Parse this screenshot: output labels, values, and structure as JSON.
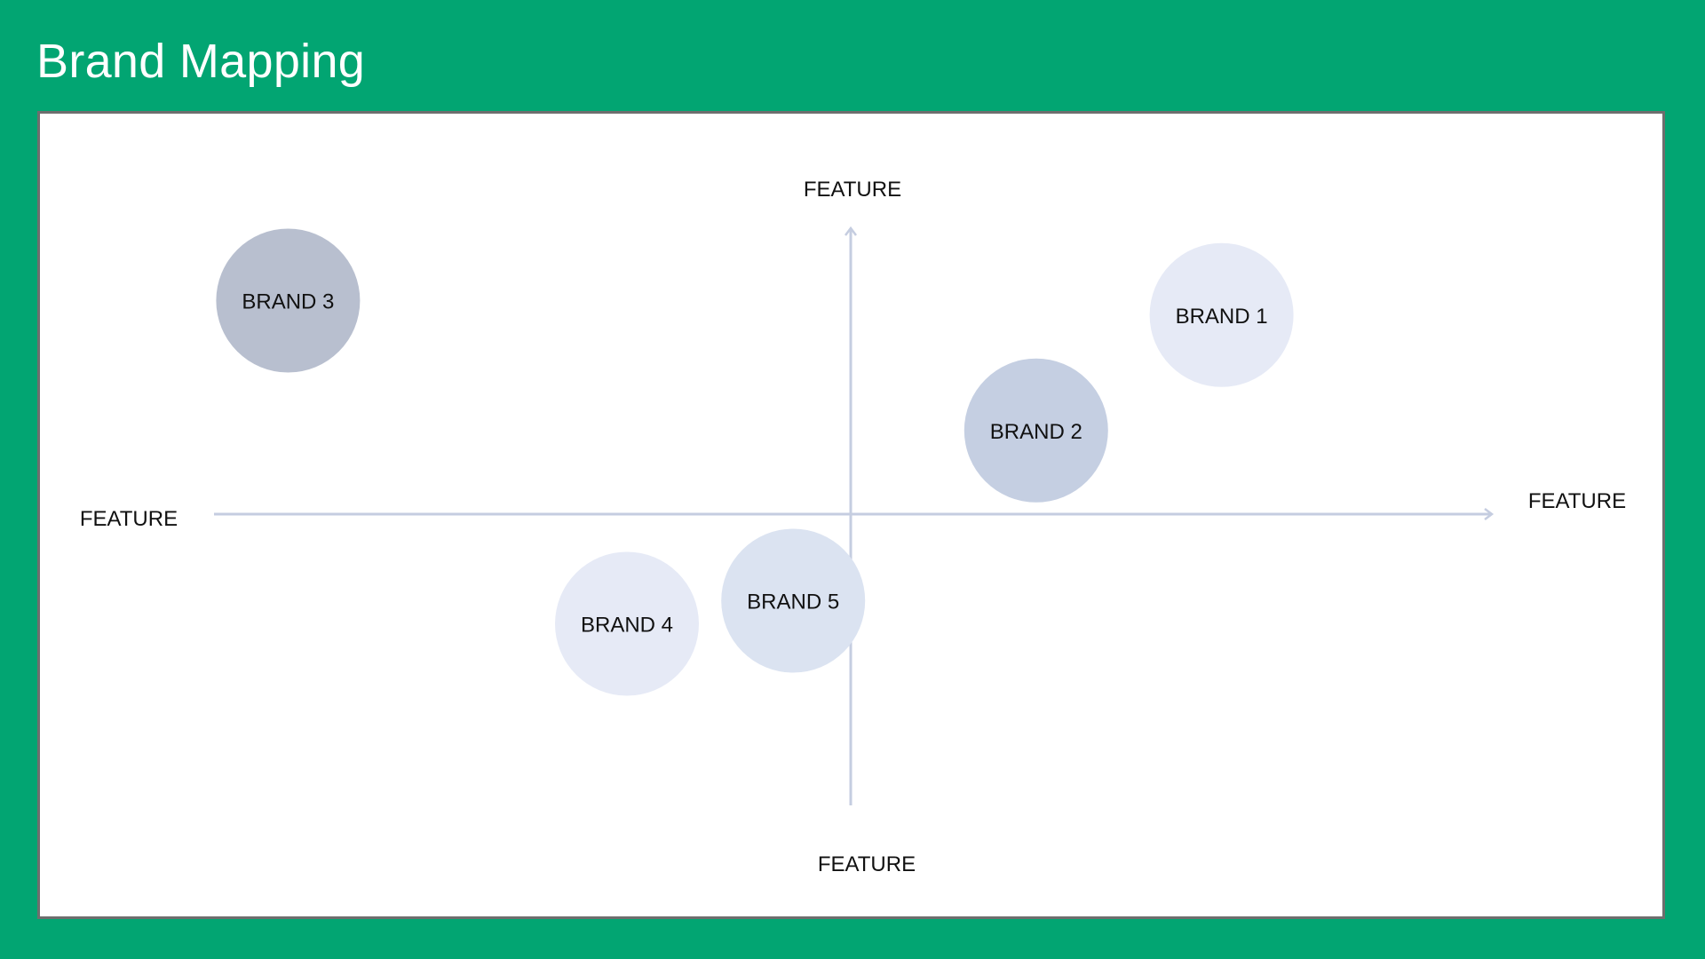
{
  "title": "Brand Mapping",
  "chart_data": {
    "type": "scatter",
    "title": "Brand Mapping",
    "axis_labels": {
      "top": "FEATURE",
      "bottom": "FEATURE",
      "left": "FEATURE",
      "right": "FEATURE"
    },
    "xlim": [
      -10,
      10
    ],
    "ylim": [
      -10,
      10
    ],
    "grid": false,
    "axis_color": "#c5cde0",
    "points": [
      {
        "label": "BRAND 1",
        "x": 5.8,
        "y": 6.9,
        "color": "#e6eaf6"
      },
      {
        "label": "BRAND 2",
        "x": 2.9,
        "y": 2.9,
        "color": "#c5cfe2"
      },
      {
        "label": "BRAND 3",
        "x": -8.8,
        "y": 7.4,
        "color": "#b8bfcf"
      },
      {
        "label": "BRAND 4",
        "x": -3.5,
        "y": -3.8,
        "color": "#e6eaf6"
      },
      {
        "label": "BRAND 5",
        "x": -0.9,
        "y": -3.0,
        "color": "#dbe3f1"
      }
    ]
  },
  "colors": {
    "background": "#02a572",
    "panel_border": "#6e6e6e"
  }
}
